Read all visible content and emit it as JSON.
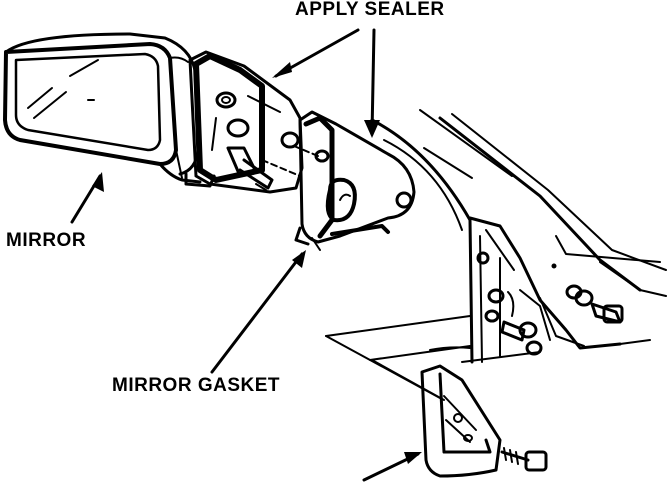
{
  "labels": {
    "apply_sealer": "APPLY SEALER",
    "mirror": "MIRROR",
    "mirror_gasket": "MIRROR GASKET"
  },
  "colors": {
    "ink": "#000000",
    "paper": "#ffffff"
  }
}
